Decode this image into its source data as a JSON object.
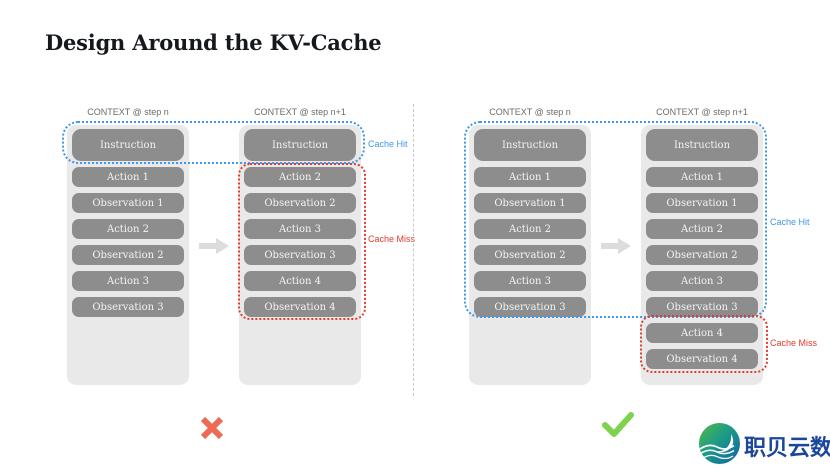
{
  "title": "Design Around the KV-Cache",
  "left_diagram": {
    "verdict": "wrong",
    "step_n": {
      "header": "CONTEXT @ step n",
      "pills": [
        "Instruction",
        "Action 1",
        "Observation 1",
        "Action 2",
        "Observation 2",
        "Action 3",
        "Observation 3"
      ]
    },
    "step_n1": {
      "header": "CONTEXT @ step n+1",
      "pills": [
        "Instruction",
        "Action 2",
        "Observation 2",
        "Action 3",
        "Observation 3",
        "Action 4",
        "Observation 4"
      ]
    },
    "cache_hit_label": "Cache Hit",
    "cache_miss_label": "Cache Miss"
  },
  "right_diagram": {
    "verdict": "correct",
    "step_n": {
      "header": "CONTEXT @ step n",
      "pills": [
        "Instruction",
        "Action 1",
        "Observation 1",
        "Action 2",
        "Observation 2",
        "Action 3",
        "Observation 3"
      ]
    },
    "step_n1": {
      "header": "CONTEXT @ step n+1",
      "pills": [
        "Instruction",
        "Action 1",
        "Observation 1",
        "Action 2",
        "Observation 2",
        "Action 3",
        "Observation 3",
        "Action 4",
        "Observation 4"
      ]
    },
    "cache_hit_label": "Cache Hit",
    "cache_miss_label": "Cache Miss"
  },
  "logo": {
    "text": "职贝云数"
  },
  "colors": {
    "cache_hit": "#3e97e8",
    "cache_miss": "#e23b2e",
    "pill": "#8d8d8d",
    "container": "#e9e9e9",
    "cross": "#ec6a56",
    "check": "#7ed34e",
    "logo_text": "#1c4699",
    "arrow": "#dcdcdc"
  }
}
